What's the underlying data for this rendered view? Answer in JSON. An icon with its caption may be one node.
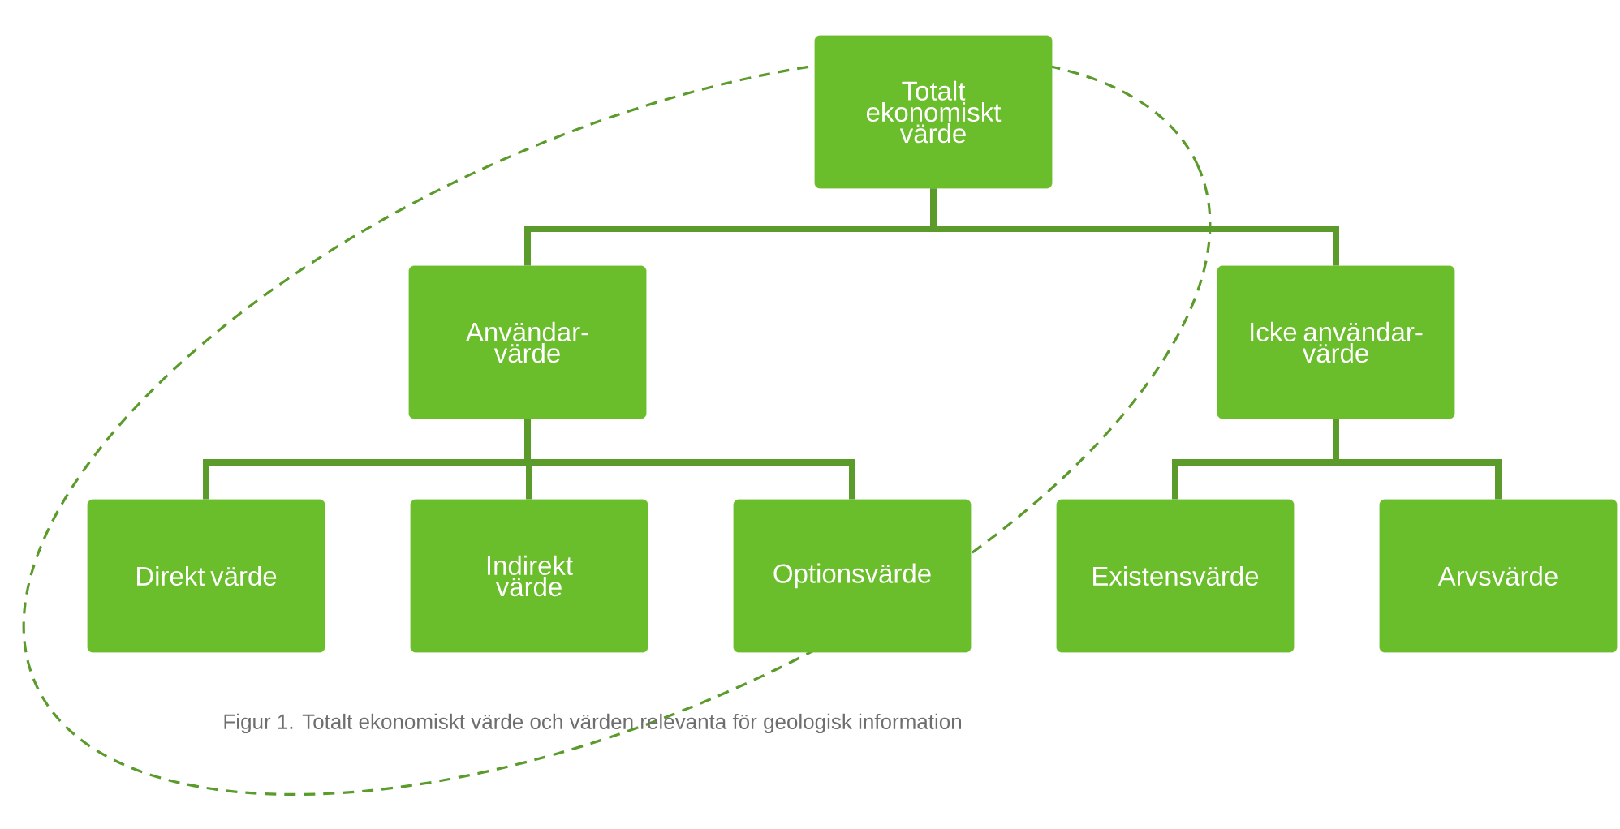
{
  "diagram": {
    "caption": "Figur 1. Totalt ekonomiskt värde och värden relevanta för geologisk information",
    "nodes": [
      {
        "text": [
          "Totalt ekonomiskt värde"
        ]
      },
      {
        "text": [
          "Användar-värde"
        ]
      },
      {
        "text": [
          "Icke användar-värde"
        ]
      },
      {
        "text": [
          "Direkt värde"
        ]
      },
      {
        "text": [
          "Indirekt värde"
        ]
      },
      {
        "text": [
          "Optionsvärde"
        ]
      },
      {
        "text": [
          "Existensvärde"
        ]
      },
      {
        "text": [
          "Arvsvärde"
        ]
      }
    ],
    "edges": [
      {
        "from": 0,
        "to": 1,
        "arrow": "none"
      },
      {
        "from": 0,
        "to": 2,
        "arrow": "none"
      },
      {
        "from": 1,
        "to": 3,
        "arrow": "none"
      },
      {
        "from": 1,
        "to": 4,
        "arrow": "none"
      },
      {
        "from": 1,
        "to": 5,
        "arrow": "none"
      },
      {
        "from": 2,
        "to": 6,
        "arrow": "none"
      },
      {
        "from": 2,
        "to": 7,
        "arrow": "none"
      }
    ]
  }
}
